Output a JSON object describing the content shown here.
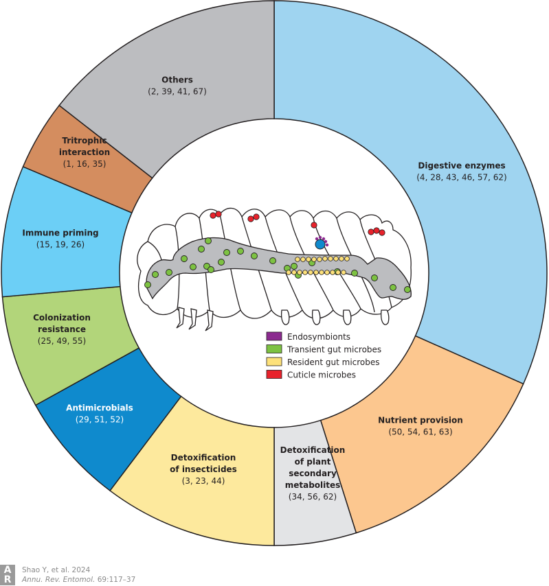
{
  "chart_data": {
    "type": "pie",
    "style": "donut",
    "title": "",
    "start": "top",
    "direction": "clockwise",
    "slices": [
      {
        "label": "Digestive enzymes",
        "refs": "(4, 28, 43, 46, 57, 62)",
        "ref_count": 6,
        "angle_deg": 114,
        "color": "#9fd4f0",
        "label_color": "#231f20"
      },
      {
        "label": "Nutrient provision",
        "refs": "(50, 54, 61, 63)",
        "ref_count": 4,
        "angle_deg": 48.5,
        "color": "#fcc78f",
        "label_color": "#231f20"
      },
      {
        "label": "Detoxification of plant secondary metabolites",
        "label_lines": [
          "Detoxification",
          "of plant",
          "secondary",
          "metabolites"
        ],
        "refs": "(34, 56, 62)",
        "ref_count": 3,
        "angle_deg": 17.5,
        "color": "#e3e4e6",
        "label_color": "#231f20"
      },
      {
        "label": "Detoxification of insecticides",
        "label_lines": [
          "Detoxification",
          "of insecticides"
        ],
        "refs": "(3, 23, 44)",
        "ref_count": 3,
        "angle_deg": 37,
        "color": "#fde99d",
        "label_color": "#231f20"
      },
      {
        "label": "Antimicrobials",
        "refs": "(29, 51, 52)",
        "ref_count": 3,
        "angle_deg": 24,
        "color": "#0f8acd",
        "label_color": "#ffffff"
      },
      {
        "label": "Colonization resistance",
        "label_lines": [
          "Colonization",
          "resistance"
        ],
        "refs": "(25, 49, 55)",
        "ref_count": 3,
        "angle_deg": 24,
        "color": "#b2d57a",
        "label_color": "#231f20"
      },
      {
        "label": "Immune priming",
        "refs": "(15, 19, 26)",
        "ref_count": 3,
        "angle_deg": 28,
        "color": "#6ccff6",
        "label_color": "#231f20"
      },
      {
        "label": "Tritrophic interaction",
        "label_lines": [
          "Tritrophic",
          "interaction"
        ],
        "refs": "(1, 16, 35)",
        "ref_count": 3,
        "angle_deg": 15,
        "color": "#d48d5f",
        "label_color": "#231f20"
      },
      {
        "label": "Others",
        "refs": "(2, 39, 41, 67)",
        "ref_count": 4,
        "angle_deg": 52,
        "color": "#bcbdc0",
        "label_color": "#231f20"
      }
    ],
    "legend": {
      "placement": "center",
      "entries": [
        {
          "label": "Endosymbionts",
          "color": "#8b2a8f"
        },
        {
          "label": "Transient gut microbes",
          "color": "#7dc242"
        },
        {
          "label": "Resident gut microbes",
          "color": "#fde17a"
        },
        {
          "label": "Cuticle microbes",
          "color": "#e8222b"
        }
      ]
    },
    "center_illustration": "caterpillar with gut (gray), transient gut microbes (green), resident gut microbes (yellow), endosymbiont (blue with purple), cuticle microbes (red)"
  },
  "credit": {
    "logo": [
      "A",
      "R"
    ],
    "line1": "Shao Y, et al. 2024",
    "journal": "Annu. Rev. Entomol.",
    "pages": " 69:117–37"
  }
}
